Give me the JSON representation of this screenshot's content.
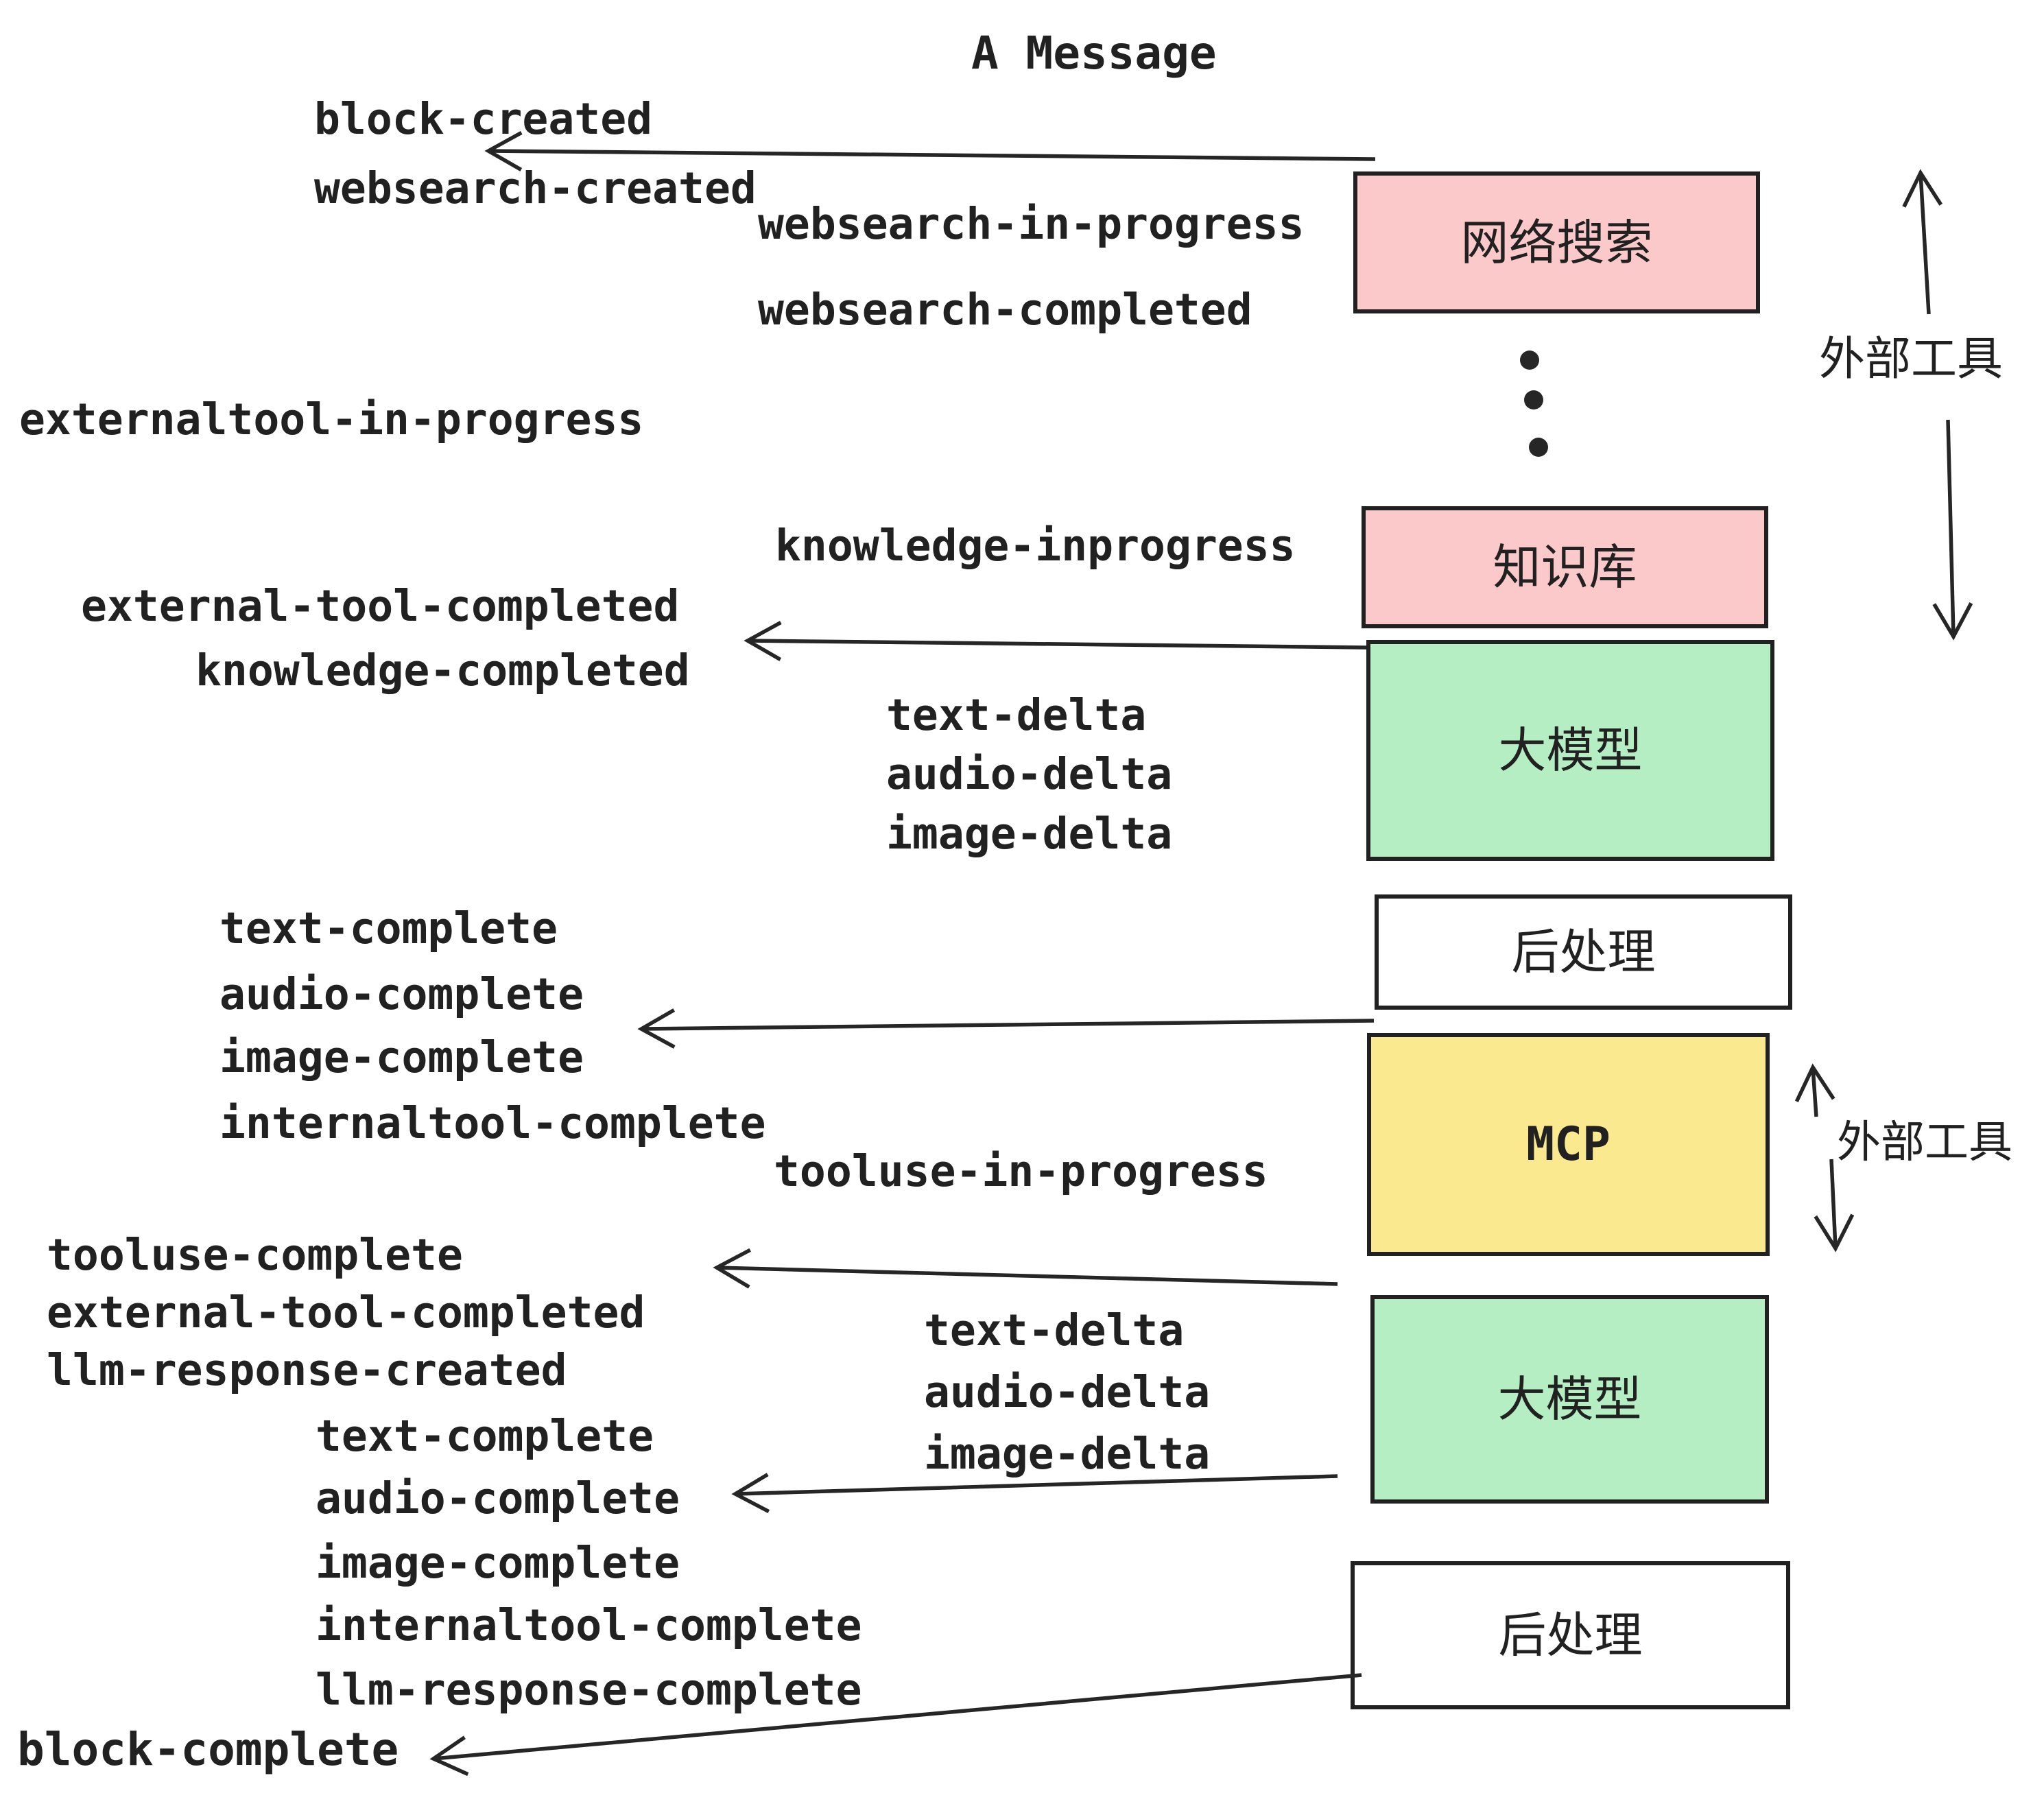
{
  "title": "A Message",
  "boxes": {
    "websearch": {
      "label": "网络搜索",
      "fill": "pink"
    },
    "knowledge": {
      "label": "知识库",
      "fill": "pink"
    },
    "llm_1": {
      "label": "大模型",
      "fill": "green"
    },
    "post_1": {
      "label": "后处理",
      "fill": "white"
    },
    "mcp": {
      "label": "MCP",
      "fill": "yellow"
    },
    "llm_2": {
      "label": "大模型",
      "fill": "green"
    },
    "post_2": {
      "label": "后处理",
      "fill": "white"
    }
  },
  "side_labels": {
    "external_tools_top": "外部工具",
    "external_tools_mid": "外部工具"
  },
  "events": {
    "block_created": "block-created",
    "websearch_created": "websearch-created",
    "websearch_in_progress": "websearch-in-progress",
    "websearch_completed": "websearch-completed",
    "externaltool_in_progress": "externaltool-in-progress",
    "knowledge_inprogress": "knowledge-inprogress",
    "external_tool_completed_1": "external-tool-completed",
    "knowledge_completed": "knowledge-completed",
    "text_delta_1": "text-delta",
    "audio_delta_1": "audio-delta",
    "image_delta_1": "image-delta",
    "text_complete_1": "text-complete",
    "audio_complete_1": "audio-complete",
    "image_complete_1": "image-complete",
    "internaltool_complete_1": "internaltool-complete",
    "tooluse_in_progress": "tooluse-in-progress",
    "tooluse_complete": "tooluse-complete",
    "external_tool_completed_2": "external-tool-completed",
    "llm_response_created": "llm-response-created",
    "text_delta_2": "text-delta",
    "audio_delta_2": "audio-delta",
    "image_delta_2": "image-delta",
    "text_complete_2": "text-complete",
    "audio_complete_2": "audio-complete",
    "image_complete_2": "image-complete",
    "internaltool_complete_2": "internaltool-complete",
    "llm_response_complete": "llm-response-complete",
    "block_complete": "block-complete"
  },
  "colors": {
    "pink": "#fbc9ca",
    "green": "#b5eec2",
    "yellow": "#fae98f",
    "white": "#ffffff",
    "ink": "#212121"
  }
}
